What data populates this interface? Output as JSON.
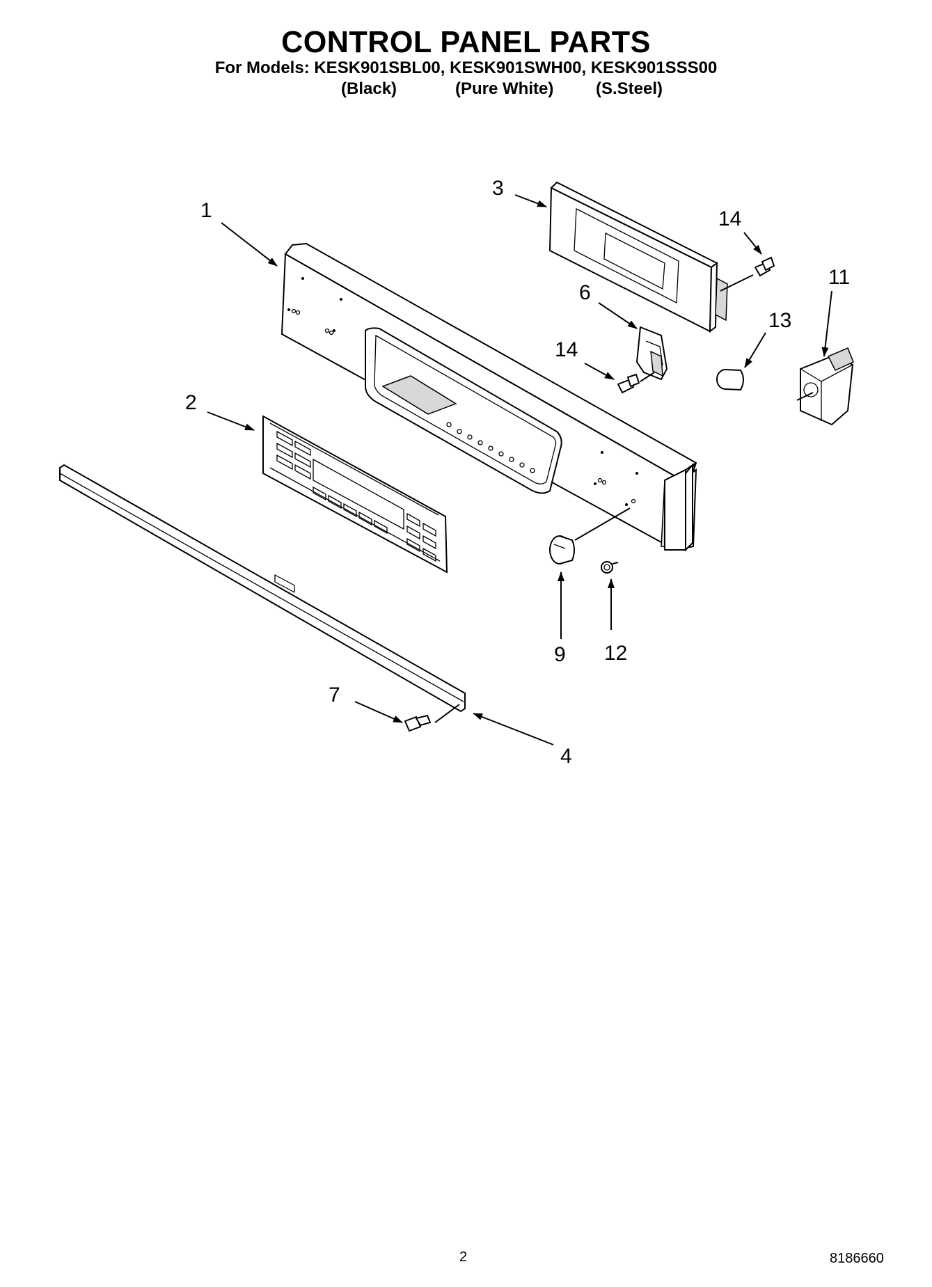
{
  "header": {
    "title": "CONTROL PANEL PARTS",
    "models_line": "For Models: KESK901SBL00, KESK901SWH00, KESK901SSS00",
    "variants": [
      "(Black)",
      "(Pure White)",
      "(S.Steel)"
    ]
  },
  "callouts": {
    "c1": "1",
    "c2": "2",
    "c3": "3",
    "c4": "4",
    "c6": "6",
    "c7": "7",
    "c9": "9",
    "c11": "11",
    "c12": "12",
    "c13": "13",
    "c14a": "14",
    "c14b": "14"
  },
  "footer": {
    "page_number": "2",
    "doc_number": "8186660"
  }
}
